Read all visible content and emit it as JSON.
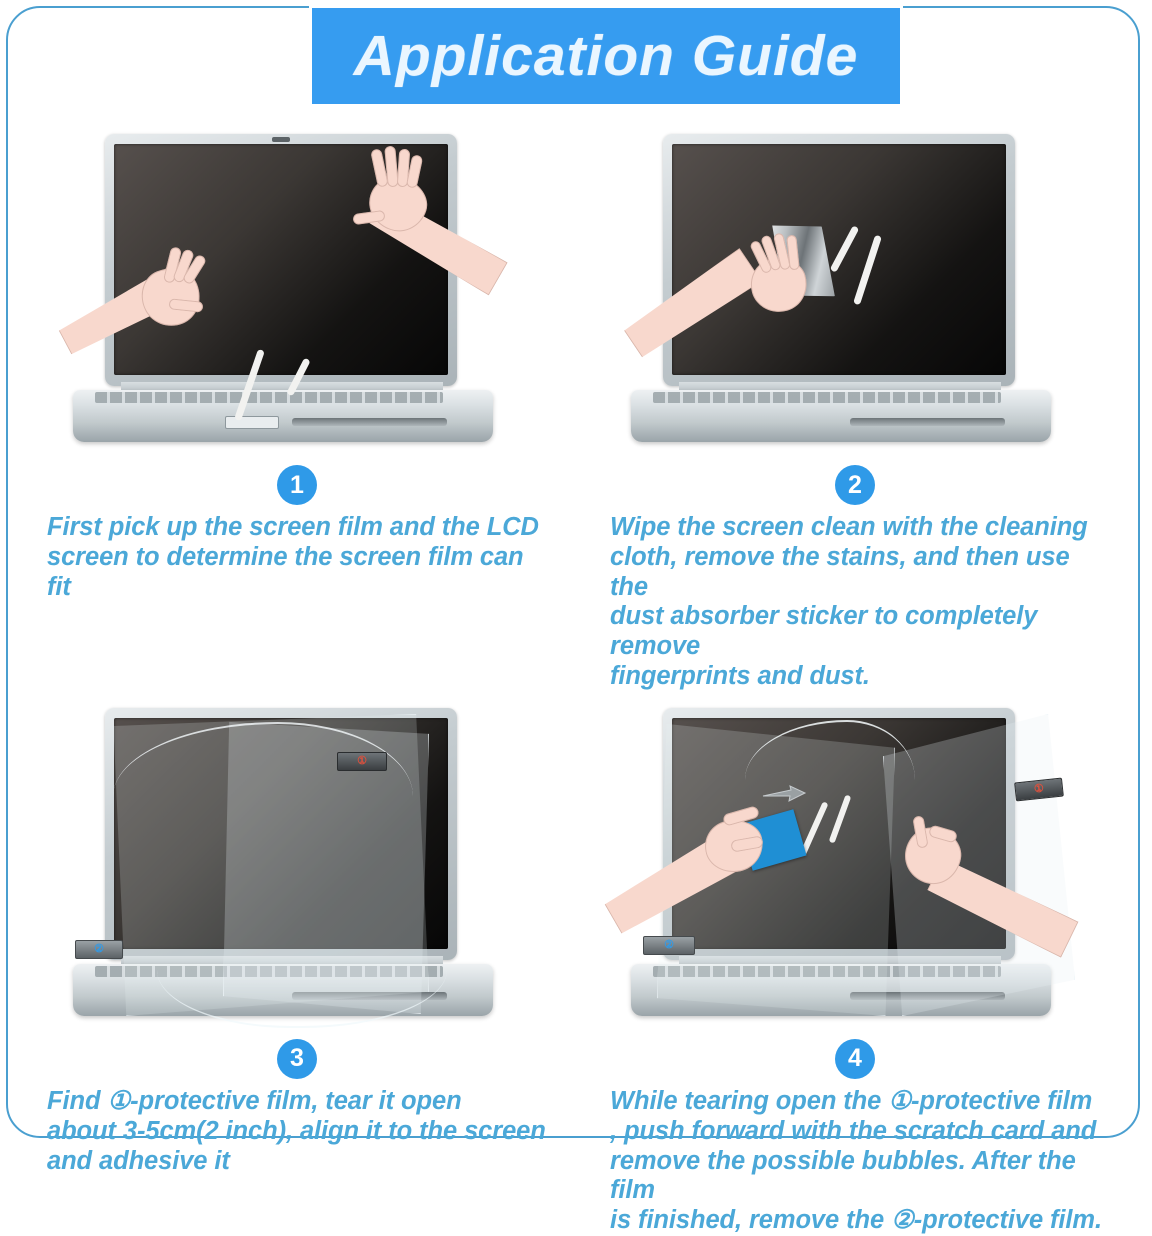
{
  "frame": {
    "border_color": "#4a9fd0"
  },
  "header": {
    "title": "Application Guide",
    "banner_color": "#369cf0",
    "title_color": "#eaf6ff"
  },
  "theme": {
    "caption_color": "#4ba8d8",
    "badge_color": "#2f9ae8",
    "scratch_card_color": "#1f8fd4",
    "skin_color": "#f8d8cd",
    "laptop_body_color": "#c4ccd0",
    "screen_dark_color": "#0a0a0a",
    "tab_red_marker_color": "#e0503c",
    "tab_blue_marker_color": "#2f9ae8",
    "background_color": "#ffffff"
  },
  "steps": [
    {
      "number": "1",
      "illustration_name": "laptop-two-hands-measuring-film",
      "caption_lines": [
        "First pick up the screen film and the LCD",
        "screen to determine the screen film can fit"
      ]
    },
    {
      "number": "2",
      "illustration_name": "laptop-hand-wiping-screen-with-cloth",
      "caption_lines": [
        "Wipe the screen clean with the cleaning",
        "cloth, remove the stains, and then use the",
        "dust absorber sticker to completely remove",
        "fingerprints and dust."
      ]
    },
    {
      "number": "3",
      "illustration_name": "laptop-film-aligned-over-screen",
      "caption_lines": [
        "Find ①-protective film, tear it open",
        "about 3-5cm(2 inch), align it to the screen",
        "and adhesive it"
      ],
      "tabs": [
        {
          "label": "①",
          "position": "upper-right",
          "marker_color": "#e0503c"
        },
        {
          "label": "②",
          "position": "lower-left",
          "marker_color": "#2f9ae8"
        }
      ]
    },
    {
      "number": "4",
      "illustration_name": "laptop-two-hands-applying-film-with-scratch-card",
      "caption_lines": [
        "While tearing open the ①-protective film",
        ", push forward with the scratch card and",
        "remove the possible bubbles. After the film",
        "is finished, remove the ②-protective film."
      ],
      "tabs": [
        {
          "label": "①",
          "position": "upper-right",
          "marker_color": "#e0503c"
        },
        {
          "label": "②",
          "position": "lower-left",
          "marker_color": "#2f9ae8"
        }
      ]
    }
  ]
}
